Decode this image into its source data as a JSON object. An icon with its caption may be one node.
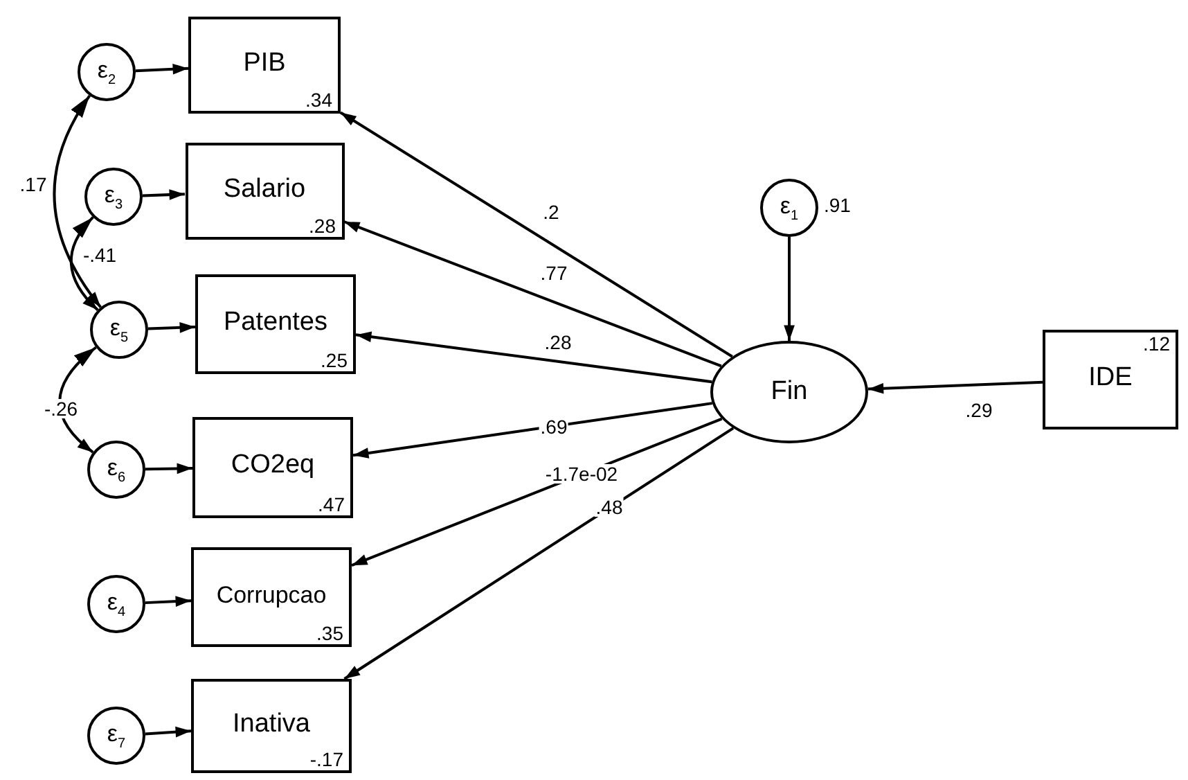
{
  "diagram": {
    "nodes": [
      {
        "text": [
          "ε$_{2}$"
        ]
      },
      {
        "text": [
          "PIB",
          ".34"
        ]
      },
      {
        "text": [
          "ε$_{3}$"
        ]
      },
      {
        "text": [
          "Salario",
          ".28"
        ]
      },
      {
        "text": [
          "ε$_{5}$"
        ]
      },
      {
        "text": [
          "Patentes",
          ".25"
        ]
      },
      {
        "text": [
          "ε$_{6}$"
        ]
      },
      {
        "text": [
          "CO2eq",
          ".47"
        ]
      },
      {
        "text": [
          "ε$_{4}$"
        ]
      },
      {
        "text": [
          "Corrupcao",
          ".35"
        ]
      },
      {
        "text": [
          "ε$_{7}$"
        ]
      },
      {
        "text": [
          "Inativa",
          "-.17"
        ]
      },
      {
        "text": [
          "ε$_{1}$"
        ],
        "beside": [
          ".91"
        ]
      },
      {
        "text": [
          "Fin"
        ]
      },
      {
        "text": [
          "IDE",
          ".12"
        ]
      }
    ],
    "edges": [
      {
        "from": 13,
        "to": 1,
        "arrow": "to",
        "label": ".2"
      },
      {
        "from": 13,
        "to": 3,
        "arrow": "to",
        "label": ".77"
      },
      {
        "from": 13,
        "to": 5,
        "arrow": "to",
        "label": ".28"
      },
      {
        "from": 13,
        "to": 7,
        "arrow": "to",
        "label": ".69"
      },
      {
        "from": 13,
        "to": 9,
        "arrow": "to",
        "label": "-1.7e-02"
      },
      {
        "from": 13,
        "to": 11,
        "arrow": "to",
        "label": ".48"
      },
      {
        "from": 12,
        "to": 13,
        "arrow": "to"
      },
      {
        "from": 14,
        "to": 13,
        "arrow": "to",
        "label": ".29"
      },
      {
        "from": 0,
        "to": 1,
        "arrow": "to"
      },
      {
        "from": 2,
        "to": 3,
        "arrow": "to"
      },
      {
        "from": 4,
        "to": 5,
        "arrow": "to"
      },
      {
        "from": 6,
        "to": 7,
        "arrow": "to"
      },
      {
        "from": 8,
        "to": 9,
        "arrow": "to"
      },
      {
        "from": 10,
        "to": 11,
        "arrow": "to"
      },
      {
        "from": 0,
        "to": 4,
        "arrow": "both",
        "label": ".17"
      },
      {
        "from": 2,
        "to": 4,
        "arrow": "both",
        "label": "-.41"
      },
      {
        "from": 4,
        "to": 6,
        "arrow": "both",
        "label": "-.26"
      }
    ]
  }
}
